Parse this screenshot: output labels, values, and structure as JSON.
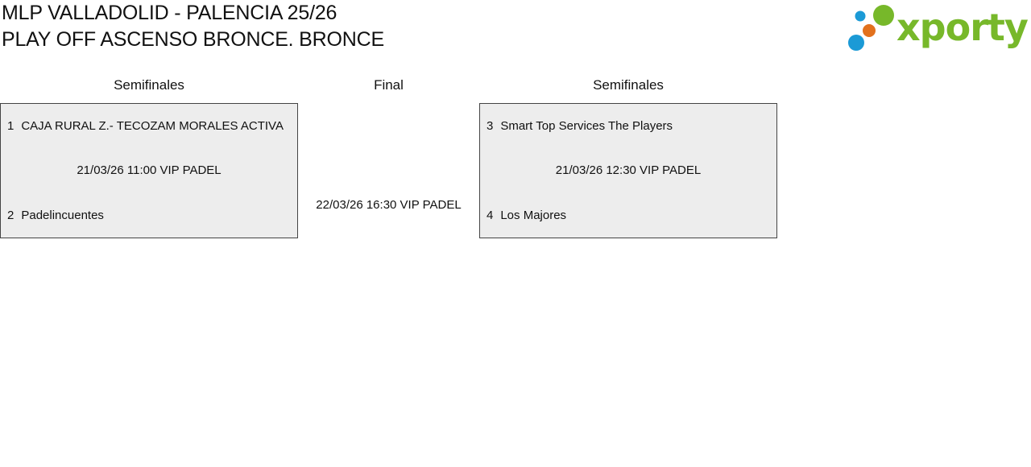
{
  "header": {
    "title": "MLP VALLADOLID - PALENCIA 25/26",
    "subtitle": "PLAY OFF ASCENSO BRONCE. BRONCE"
  },
  "logo": {
    "text": "xporty",
    "colors": {
      "green": "#77b82a",
      "orange": "#e2711d",
      "blue": "#1b9ad6"
    }
  },
  "rounds": {
    "left": "Semifinales",
    "final": "Final",
    "right": "Semifinales"
  },
  "semifinal_left": {
    "team1": {
      "seed": "1",
      "name": "CAJA RURAL Z.- TECOZAM MORALES ACTIVA"
    },
    "info": "21/03/26 11:00 VIP PADEL",
    "team2": {
      "seed": "2",
      "name": "Padelincuentes"
    }
  },
  "final": {
    "info": "22/03/26 16:30 VIP PADEL"
  },
  "semifinal_right": {
    "team1": {
      "seed": "3",
      "name": "Smart Top Services The Players"
    },
    "info": "21/03/26 12:30 VIP PADEL",
    "team2": {
      "seed": "4",
      "name": "Los Majores"
    }
  }
}
